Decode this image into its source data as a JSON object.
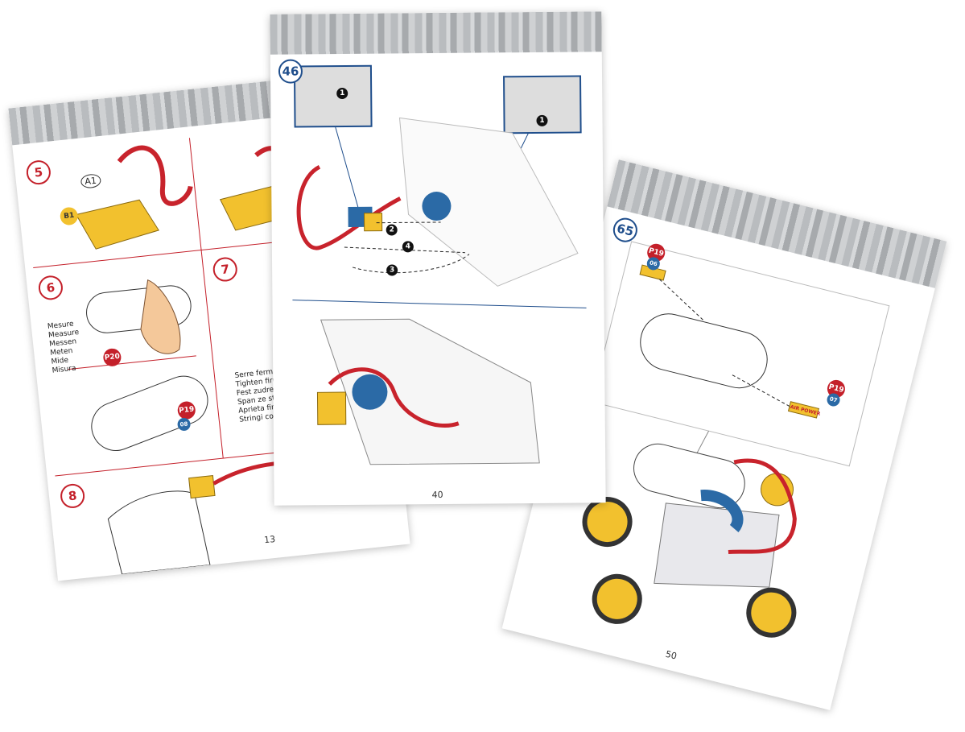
{
  "left_page": {
    "steps": [
      "5",
      "6",
      "7",
      "8"
    ],
    "labels": {
      "a1": "A1",
      "b1": "B1",
      "p20": "P20",
      "p19": "P19",
      "p19_sub": "08"
    },
    "measure_text": [
      "Mesure",
      "Measure",
      "Messen",
      "Meten",
      "Mide",
      "Misura"
    ],
    "tighten_text": [
      "Serre fermeme",
      "Tighten firmly",
      "Fest zudrehe",
      "Span ze stevi",
      "Aprieta firm",
      "Stringi con f"
    ],
    "page_number": "13"
  },
  "middle_page": {
    "step": "46",
    "callouts": [
      "1",
      "2",
      "3",
      "4"
    ],
    "page_number": "40"
  },
  "right_page": {
    "step": "65",
    "tags": [
      {
        "part": "P19",
        "num": "06"
      },
      {
        "part": "P19",
        "num": "07"
      }
    ],
    "sticker_text": "AIR POWER",
    "page_number": "50"
  },
  "colors": {
    "red": "#c4202a",
    "blue": "#1f4e8c",
    "yellow": "#f2c12e",
    "tube": "#c8232c"
  }
}
